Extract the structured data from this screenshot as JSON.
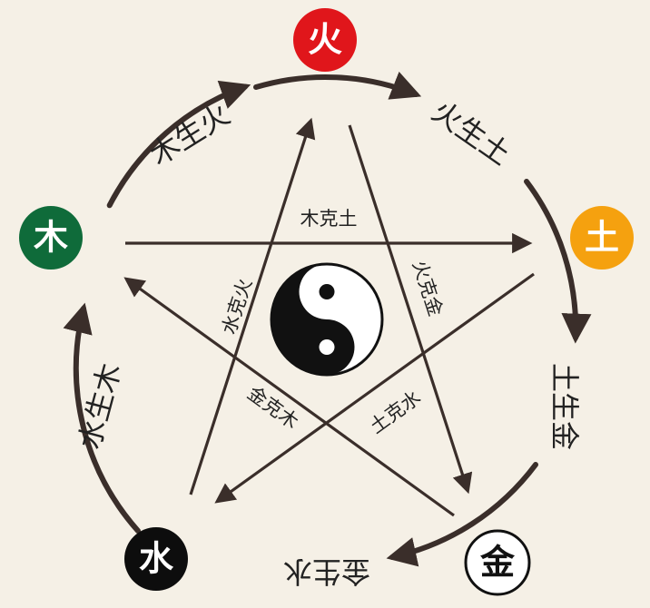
{
  "elements": {
    "fire": {
      "label": "火",
      "color": "#e0161b",
      "text_color": "#ffffff"
    },
    "earth": {
      "label": "土",
      "color": "#f5a10f",
      "text_color": "#ffffff"
    },
    "metal": {
      "label": "金",
      "color": "#ffffff",
      "text_color": "#111111"
    },
    "water": {
      "label": "水",
      "color": "#0d0d0d",
      "text_color": "#ffffff"
    },
    "wood": {
      "label": "木",
      "color": "#0f6b3a",
      "text_color": "#ffffff"
    }
  },
  "generating_cycle": [
    {
      "label": "木生火"
    },
    {
      "label": "火生土"
    },
    {
      "label": "土生金"
    },
    {
      "label": "金生水"
    },
    {
      "label": "水生木"
    }
  ],
  "controlling_cycle": [
    {
      "label": "木克土"
    },
    {
      "label": "火克金"
    },
    {
      "label": "土克水"
    },
    {
      "label": "金克木"
    },
    {
      "label": "水克火"
    }
  ],
  "center_icon": "yin-yang-icon",
  "colors": {
    "line": "#3a2e2a",
    "background": "#f5f0e6"
  }
}
